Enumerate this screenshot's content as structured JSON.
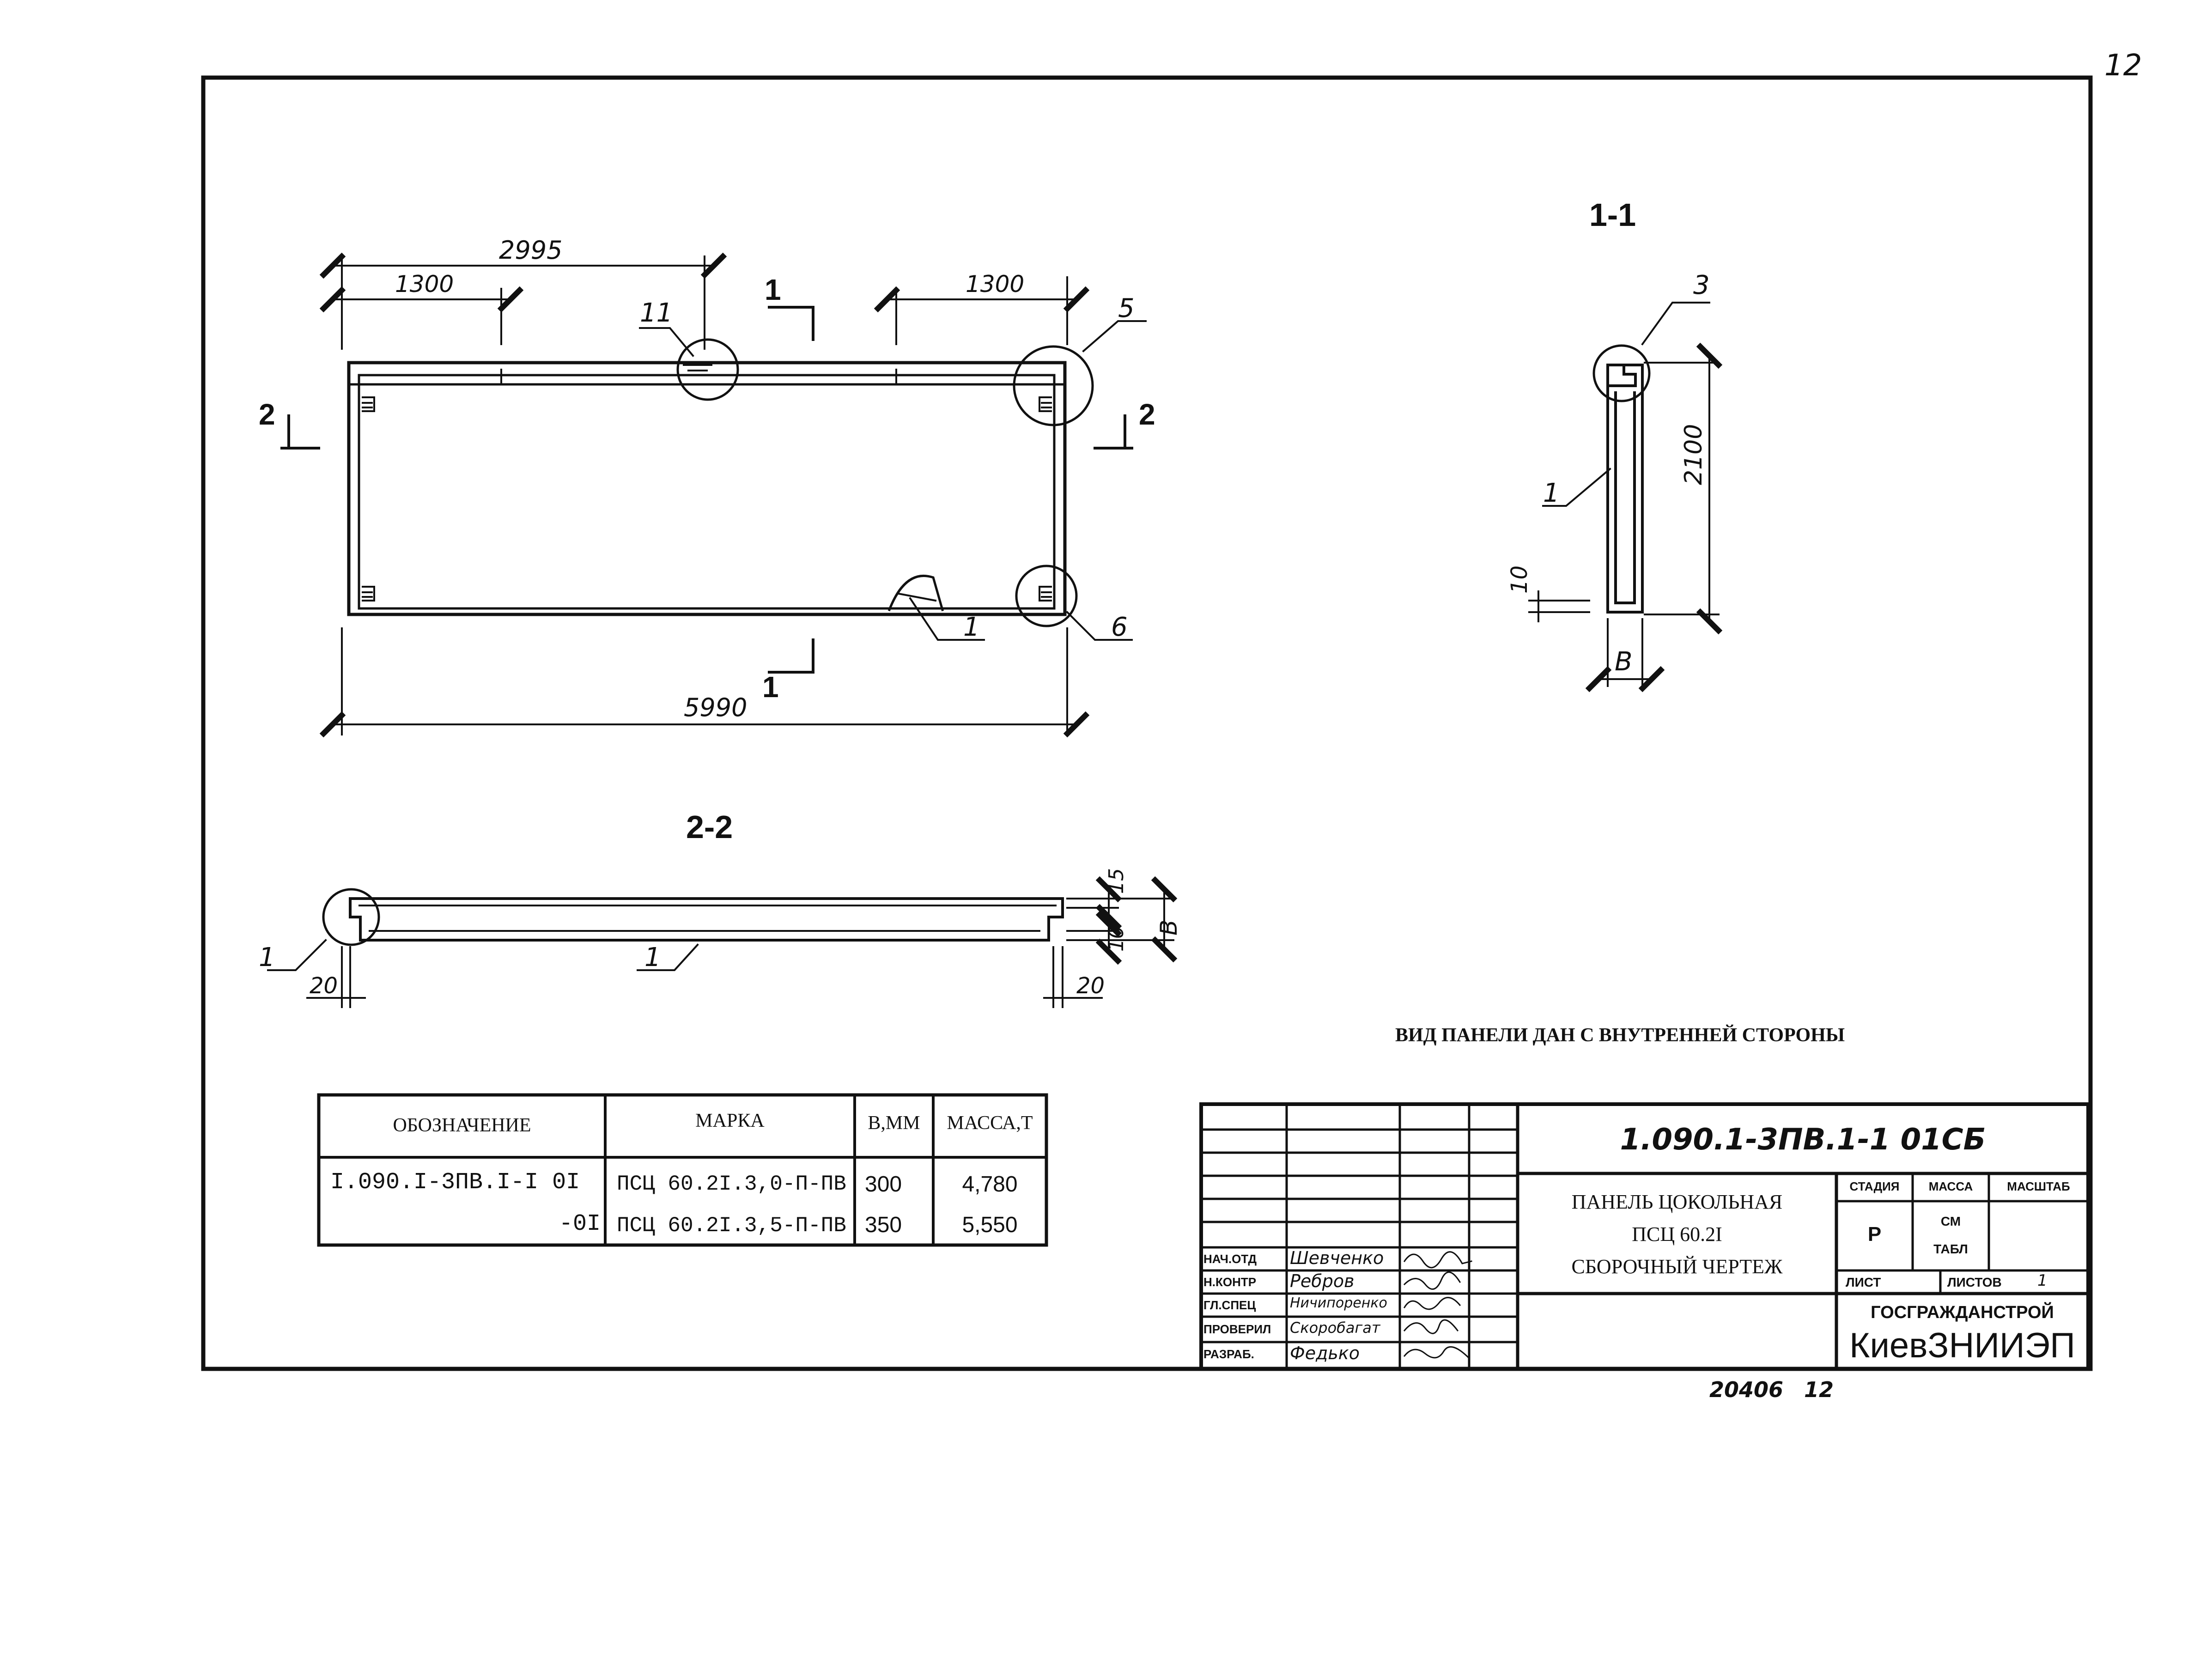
{
  "corner_number": "12",
  "view_plan": {
    "dim_total": "5990",
    "dim_half": "2995",
    "dim_left": "1300",
    "dim_right": "1300",
    "cut_1": "1",
    "cut_2": "2",
    "callouts": [
      "11",
      "5",
      "6",
      "1"
    ]
  },
  "section_1_1": {
    "title": "1-1",
    "dim_height": "2100",
    "dim_gap": "10",
    "dim_width": "В",
    "callouts": [
      "3",
      "1"
    ]
  },
  "section_2_2": {
    "title": "2-2",
    "dim_top": "15",
    "dim_bottom": "10",
    "dim_width": "В",
    "dim_left": "20",
    "dim_right": "20",
    "callouts": [
      "1",
      "1"
    ]
  },
  "note": "ВИД ПАНЕЛИ ДАН С ВНУТРЕННЕЙ СТОРОНЫ",
  "spec_table": {
    "headers": [
      "ОБОЗНАЧЕНИЕ",
      "МАРКА",
      "В,ММ",
      "МАССА,Т"
    ],
    "rows": [
      [
        "I.090.I-3ПВ.I-I 0I",
        "ПСЦ 60.2I.3,0-П-ПВ",
        "300",
        "4,780"
      ],
      [
        "-0I",
        "ПСЦ 60.2I.3,5-П-ПВ",
        "350",
        "5,550"
      ]
    ]
  },
  "title_block": {
    "code": "1.090.1-3ПВ.1-1  01СБ",
    "name_lines": [
      "ПАНЕЛЬ ЦОКОЛЬНАЯ",
      "ПСЦ 60.2I",
      "СБОРОЧНЫЙ ЧЕРТЕЖ"
    ],
    "col_stage": "СТАДИЯ",
    "col_mass": "МАССА",
    "col_scale": "МАСШТАБ",
    "stage_value": "Р",
    "mass_value_1": "СМ",
    "mass_value_2": "ТАБЛ",
    "sheet_label": "ЛИСТ",
    "sheets_label": "ЛИСТОВ",
    "sheets_value": "1",
    "org_1": "ГОСГРАЖДАНСТРОЙ",
    "org_2": "КиевЗНИИЭП",
    "signatures": [
      {
        "role": "НАЧ.ОТД",
        "name": "Шевченко"
      },
      {
        "role": "Н.КОНТР",
        "name": "Ребров"
      },
      {
        "role": "ГЛ.СПЕЦ",
        "name": "Ничипоренко"
      },
      {
        "role": "ПРОВЕРИЛ",
        "name": "Скоробагат"
      },
      {
        "role": "РАЗРАБ.",
        "name": "Федько"
      }
    ]
  },
  "footer_stamp": "20406",
  "footer_page": "12"
}
